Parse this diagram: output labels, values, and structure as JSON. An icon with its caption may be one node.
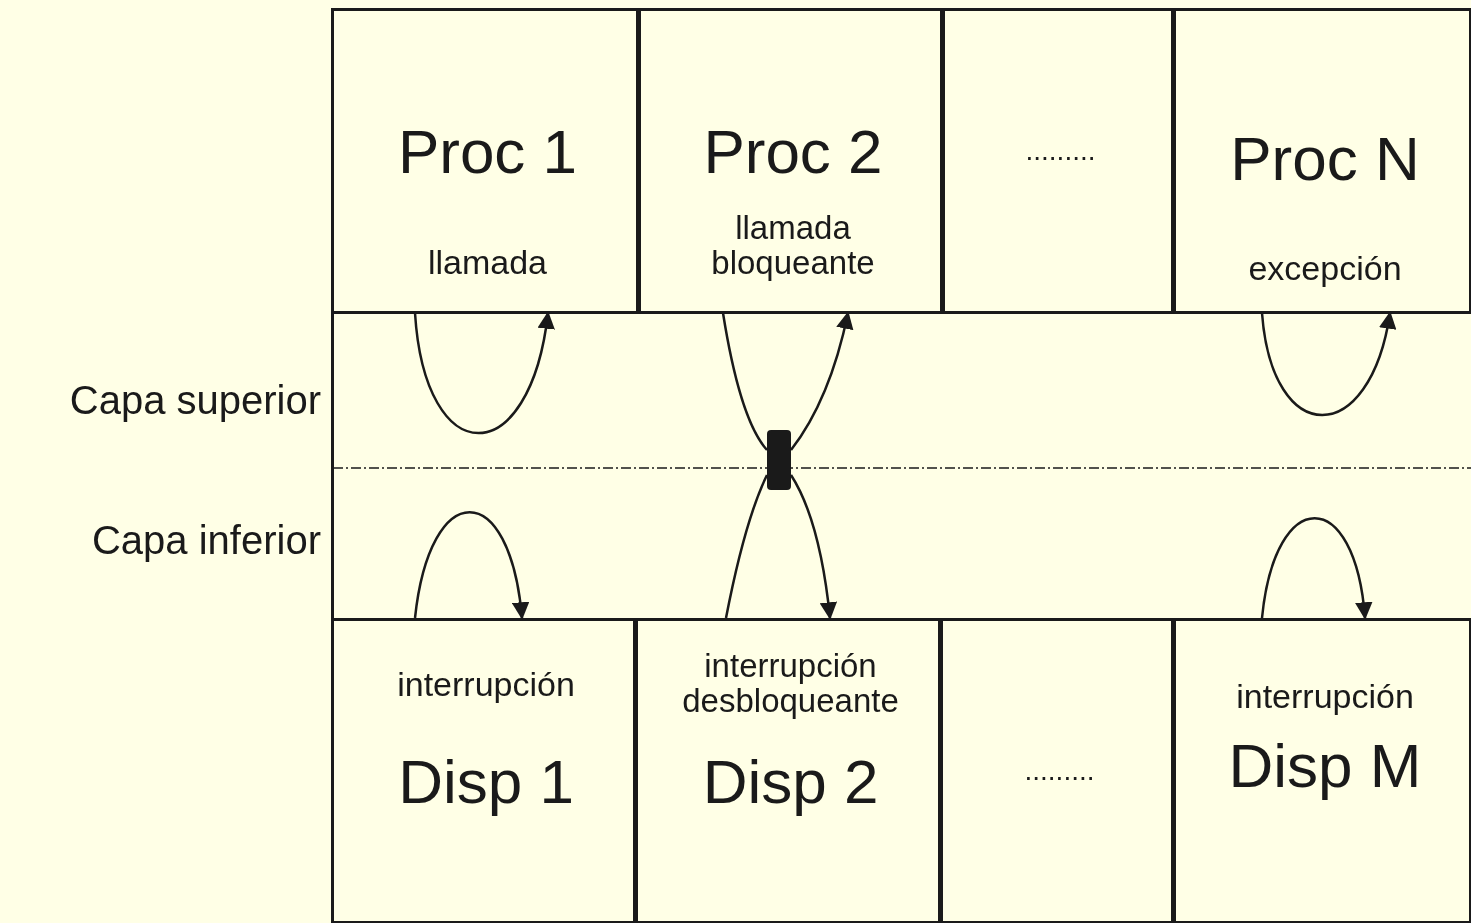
{
  "diagram": {
    "nodes": [
      {
        "text": [
          "Proc 1",
          "llamada"
        ]
      },
      {
        "text": [
          "Proc 2",
          "llamada bloqueante"
        ]
      },
      {
        "text": [
          "........."
        ]
      },
      {
        "text": [
          "Proc N",
          "excepción"
        ]
      },
      {
        "text": [],
        "shape": "bar"
      },
      {
        "text": [
          "interrupción",
          "Disp 1"
        ]
      },
      {
        "text": [
          "interrupción desbloqueante",
          "Disp 2"
        ]
      },
      {
        "text": [
          "........."
        ]
      },
      {
        "text": [
          "interrupción",
          "Disp M"
        ]
      }
    ],
    "edges": [
      {
        "from": 0,
        "to": 0,
        "arrow": "to"
      },
      {
        "from": 1,
        "to": 4,
        "arrow": "none"
      },
      {
        "from": 4,
        "to": 1,
        "arrow": "to"
      },
      {
        "from": 3,
        "to": 3,
        "arrow": "to"
      },
      {
        "from": 5,
        "to": 5,
        "arrow": "to"
      },
      {
        "from": 6,
        "to": 4,
        "arrow": "none"
      },
      {
        "from": 4,
        "to": 6,
        "arrow": "to"
      },
      {
        "from": 8,
        "to": 8,
        "arrow": "to"
      }
    ],
    "labels": [
      "Capa superior",
      "Capa inferior"
    ]
  }
}
